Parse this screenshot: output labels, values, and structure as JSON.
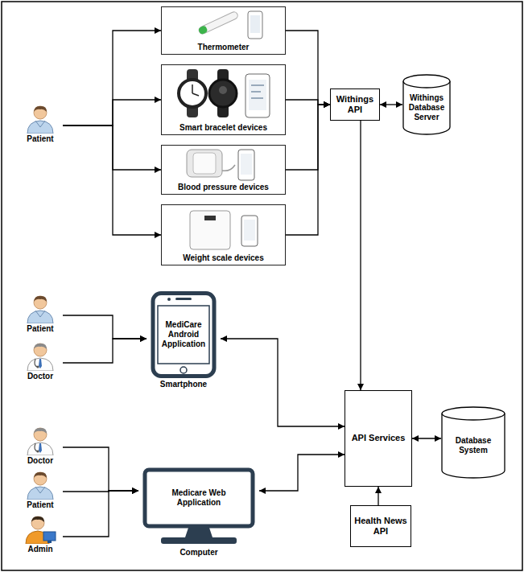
{
  "diagram": {
    "nodes": [
      {
        "text": [
          "Patient"
        ]
      },
      {
        "text": [
          "Thermometer"
        ]
      },
      {
        "text": [
          "Smart bracelet devices"
        ]
      },
      {
        "text": [
          "Blood pressure devices"
        ]
      },
      {
        "text": [
          "Weight scale devices"
        ]
      },
      {
        "text": [
          "Withings API"
        ]
      },
      {
        "text": [
          "Withings Database Server"
        ]
      },
      {
        "text": [
          "Patient"
        ]
      },
      {
        "text": [
          "Doctor"
        ]
      },
      {
        "text": [
          "MediCare Android Application",
          "Smartphone"
        ]
      },
      {
        "text": [
          "Doctor"
        ]
      },
      {
        "text": [
          "Patient"
        ]
      },
      {
        "text": [
          "Admin"
        ]
      },
      {
        "text": [
          "Medicare Web Application",
          "Computer"
        ]
      },
      {
        "text": [
          "API Services"
        ]
      },
      {
        "text": [
          "Database System"
        ]
      },
      {
        "text": [
          "Health News API"
        ]
      }
    ],
    "edges": [
      {
        "from": 0,
        "to": 1,
        "arrow": "to"
      },
      {
        "from": 0,
        "to": 2,
        "arrow": "to"
      },
      {
        "from": 0,
        "to": 3,
        "arrow": "to"
      },
      {
        "from": 0,
        "to": 4,
        "arrow": "to"
      },
      {
        "from": 1,
        "to": 5,
        "arrow": "to"
      },
      {
        "from": 2,
        "to": 5,
        "arrow": "to"
      },
      {
        "from": 3,
        "to": 5,
        "arrow": "to"
      },
      {
        "from": 4,
        "to": 5,
        "arrow": "to"
      },
      {
        "from": 5,
        "to": 6,
        "arrow": "both"
      },
      {
        "from": 5,
        "to": 14,
        "arrow": "to"
      },
      {
        "from": 7,
        "to": 9,
        "arrow": "to"
      },
      {
        "from": 8,
        "to": 9,
        "arrow": "to"
      },
      {
        "from": 9,
        "to": 14,
        "arrow": "both"
      },
      {
        "from": 10,
        "to": 13,
        "arrow": "to"
      },
      {
        "from": 11,
        "to": 13,
        "arrow": "to"
      },
      {
        "from": 12,
        "to": 13,
        "arrow": "to"
      },
      {
        "from": 13,
        "to": 14,
        "arrow": "both"
      },
      {
        "from": 14,
        "to": 15,
        "arrow": "both"
      },
      {
        "from": 16,
        "to": 14,
        "arrow": "to"
      }
    ]
  }
}
